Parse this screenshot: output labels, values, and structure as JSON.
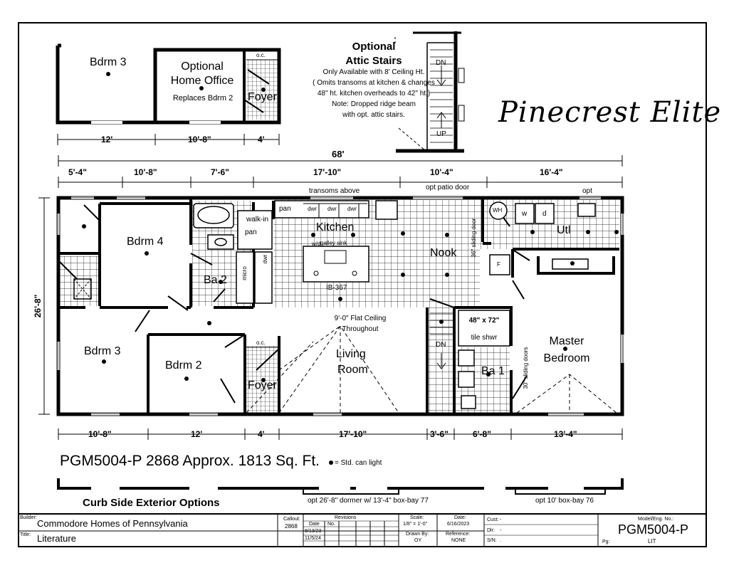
{
  "brand": {
    "script_title": "Pinecrest Elite"
  },
  "attic": {
    "title_1": "Optional",
    "title_2": "Attic Stairs",
    "note_1": "Only Available with 8' Ceiling Ht.",
    "note_2": "( Omits transoms at kitchen & changes",
    "note_3": "48\" ht. kitchen overheads to 42\" ht.)",
    "note_4": "Note: Dropped ridge beam",
    "note_5": "with opt. attic stairs.",
    "dn": "DN",
    "up": "UP"
  },
  "option_plan": {
    "bdrm3": "Bdrm 3",
    "office_1": "Optional",
    "office_2": "Home Office",
    "office_3": "Replaces Bdrm 2",
    "foyer": "Foyer",
    "oc": "o.c.",
    "dims": [
      "12'",
      "10'-8\"",
      "4'"
    ]
  },
  "plan": {
    "overall": "68'",
    "depth": "26'-8\"",
    "top_dims": [
      "5'-4\"",
      "10'-8\"",
      "7'-6\"",
      "17'-10\"",
      "10'-4\"",
      "16'-4\""
    ],
    "bottom_dims": [
      "10'-8\"",
      "12'",
      "4'",
      "17'-10\"",
      "3'-6\"",
      "6'-8\"",
      "13'-4\""
    ],
    "notes": {
      "transoms": "transoms above",
      "patio": "opt patio door",
      "opt": "opt",
      "ceiling_1": "9'-0\" Flat Ceiling",
      "ceiling_2": "Throughout",
      "island": "IB-367",
      "galley": "galley sink",
      "walkin": "walk-in",
      "sliding36": "36\" sliding door",
      "sliding30": "30\" sliding doors",
      "shower_1": "48\" x 72\"",
      "shower_2": "tile shwr"
    },
    "rooms": {
      "bdrm4": "Bdrm 4",
      "ba2": "Ba 2",
      "kitchen": "Kitchen",
      "nook": "Nook",
      "utl": "Utl",
      "bdrm3": "Bdrm 3",
      "bdrm2": "Bdrm 2",
      "foyer": "Foyer",
      "living_1": "Living",
      "living_2": "Room",
      "ba1": "Ba 1",
      "master_1": "Master",
      "master_2": "Bedroom"
    },
    "fixtures": {
      "pan": "pan",
      "dwr": "dwr",
      "micro": "micro",
      "wd": "w/d",
      "wh": "WH",
      "w": "w",
      "d": "d",
      "oc": "o.c.",
      "dn": "DN",
      "f": "F"
    }
  },
  "info": {
    "model_line": "PGM5004-P 2868 Approx. 1813 Sq. Ft.",
    "legend": "= Std. can light",
    "exterior_title": "Curb Side Exterior Options",
    "dormer_note": "opt 26'-8\" dormer w/ 13'-4\" box-bay 77",
    "boxbay_note": "opt 10' box-bay 76"
  },
  "title_block": {
    "builder_label": "Builder:",
    "builder": "Commodore Homes of Pennsylvania",
    "title_label": "Title:",
    "title": "Literature",
    "callout_label": "Callout:",
    "callout": "2868",
    "revisions_label": "Revisions",
    "date_col": "Date",
    "no_col": "No.",
    "rev_dates": [
      "8/13/23",
      "11/5/24"
    ],
    "scale_label": "Scale:",
    "scale": "1/8\" = 1'-0\"",
    "drawn_label": "Drawn By:",
    "drawn": "OY",
    "date_label": "Date:",
    "date": "6/16/2023",
    "reference_label": "Reference:",
    "reference": "NONE",
    "cust_label": "Cust:",
    "cust": "-",
    "dlr_label": "Dlr:",
    "dlr": "-",
    "sn_label": "S/N:",
    "sn": ".",
    "model_label": "Model/Eng. No.:",
    "model": "PGM5004-P",
    "pg_label": "Pg:",
    "pg": "LIT"
  }
}
